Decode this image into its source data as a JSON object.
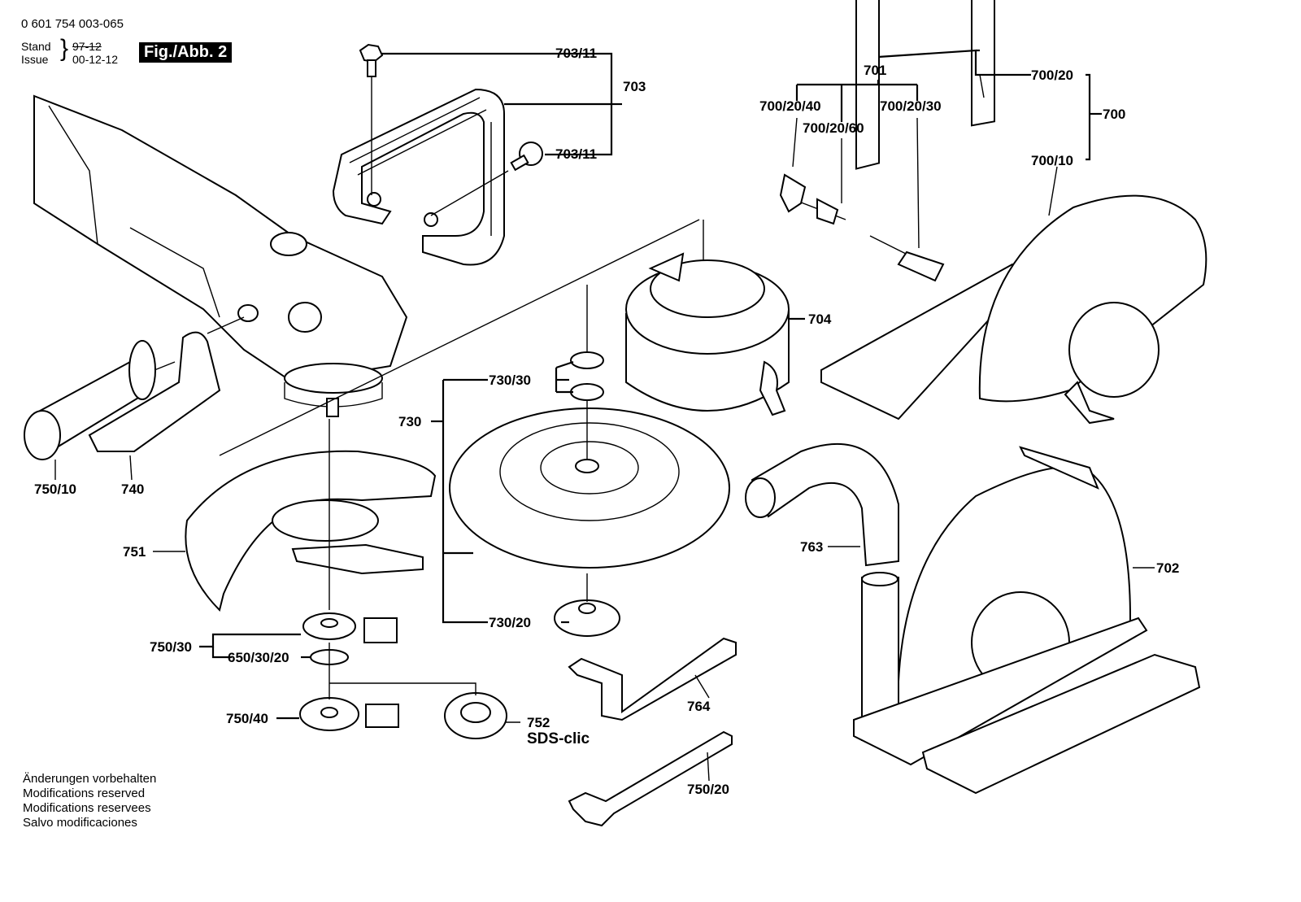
{
  "header": {
    "part_number": "0 601 754 003-065",
    "stand_label": "Stand",
    "stand_value": "97-12",
    "issue_label": "Issue",
    "issue_value": "00-12-12",
    "figure_label": "Fig./Abb. 2"
  },
  "labels": {
    "p703_11_top": "703/11",
    "p703": "703",
    "p703_11_bottom": "703/11",
    "p701": "701",
    "p700_20": "700/20",
    "p700": "700",
    "p700_20_40": "700/20/40",
    "p700_20_30": "700/20/30",
    "p700_20_60": "700/20/60",
    "p700_10": "700/10",
    "p704": "704",
    "p730_30": "730/30",
    "p730": "730",
    "p730_20": "730/20",
    "p750_10": "750/10",
    "p740": "740",
    "p751": "751",
    "p750_30": "750/30",
    "p650_30_20": "650/30/20",
    "p750_40": "750/40",
    "p752": "752",
    "p763": "763",
    "p702": "702",
    "p764": "764",
    "p750_20": "750/20"
  },
  "brand_text": "SDS-clic",
  "footer": [
    "Änderungen vorbehalten",
    "Modifications reserved",
    "Modifications reservees",
    "Salvo modificaciones"
  ]
}
